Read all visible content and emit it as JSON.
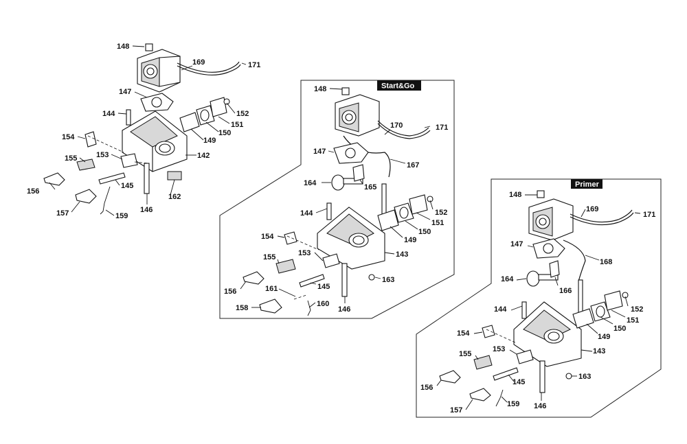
{
  "groups": {
    "standard": {
      "callouts": [
        "148",
        "169",
        "171",
        "147",
        "144",
        "152",
        "151",
        "150",
        "149",
        "154",
        "153",
        "142",
        "155",
        "145",
        "162",
        "146",
        "156",
        "157",
        "159"
      ]
    },
    "startgo": {
      "title": "Start&Go",
      "callouts": [
        "148",
        "170",
        "171",
        "147",
        "167",
        "164",
        "165",
        "144",
        "152",
        "151",
        "150",
        "149",
        "154",
        "143",
        "153",
        "155",
        "145",
        "163",
        "161",
        "156",
        "160",
        "158",
        "146"
      ]
    },
    "primer": {
      "title": "Primer",
      "callouts": [
        "148",
        "169",
        "171",
        "147",
        "168",
        "164",
        "166",
        "152",
        "151",
        "150",
        "149",
        "144",
        "154",
        "143",
        "153",
        "155",
        "145",
        "163",
        "156",
        "159",
        "157",
        "146"
      ]
    }
  }
}
